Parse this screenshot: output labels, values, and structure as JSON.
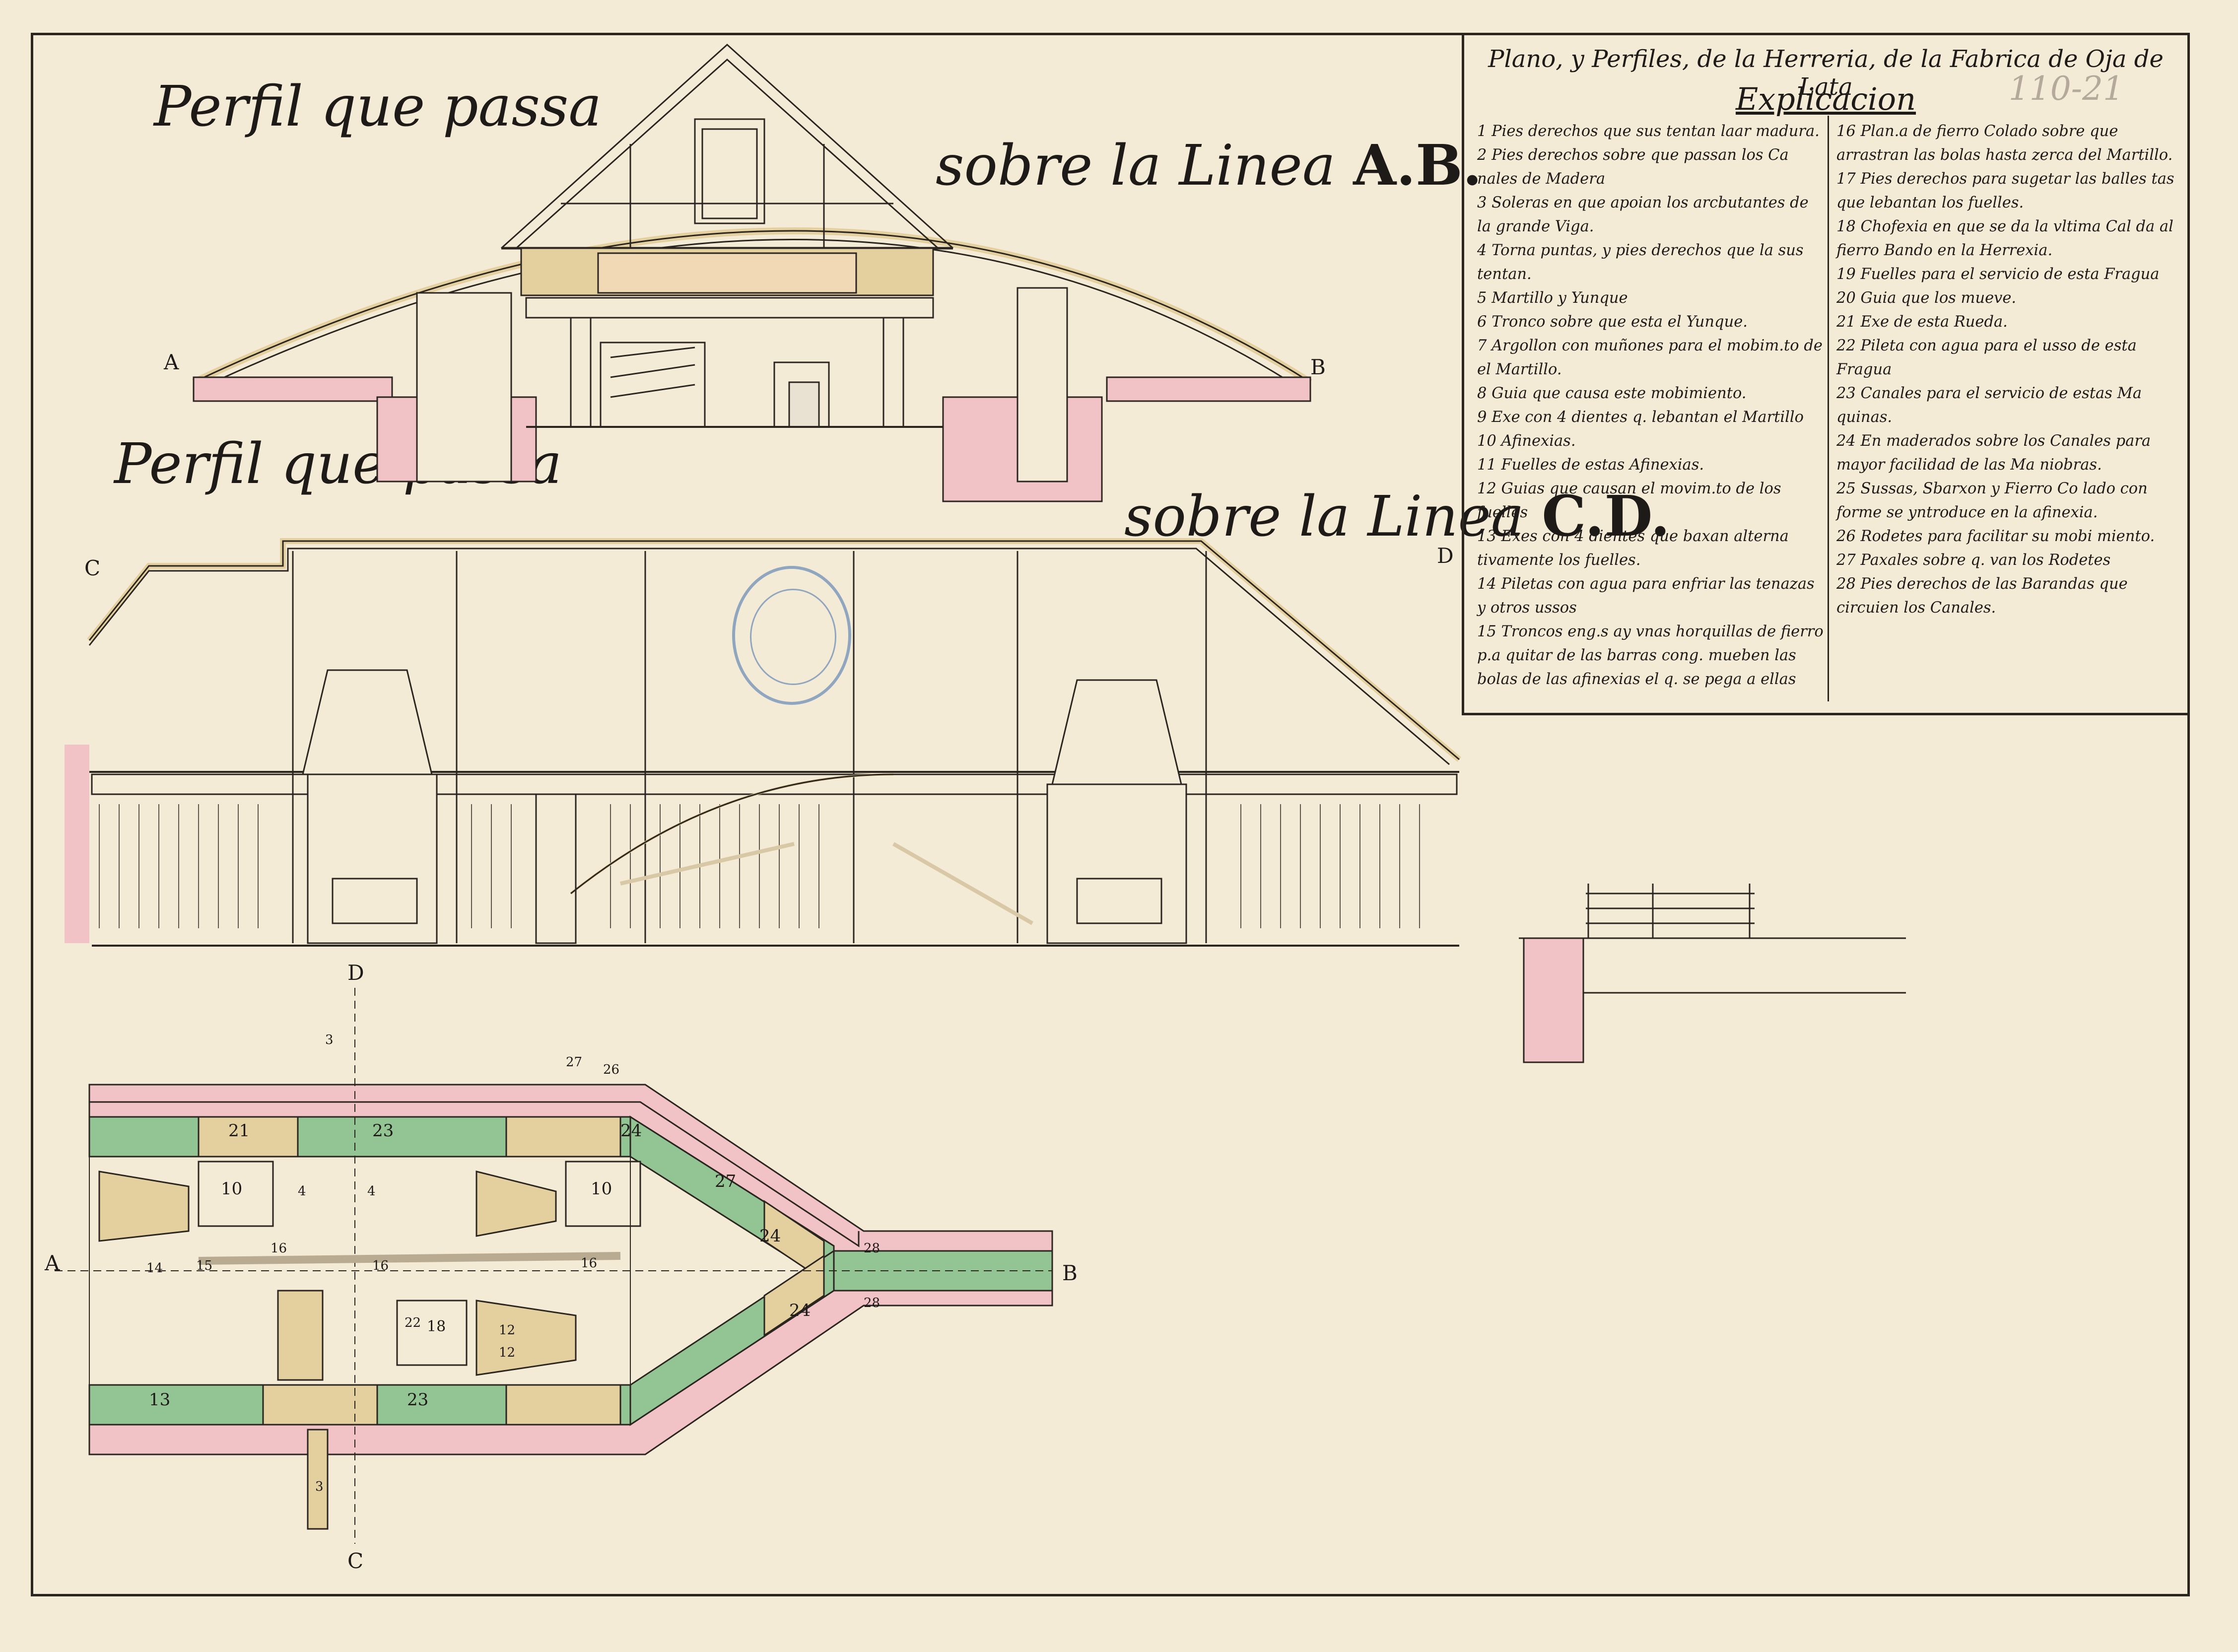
{
  "archive_mark": "110-21",
  "headings": {
    "section_ab_left": "Perfil que passa",
    "section_ab_right": "sobre la Linea",
    "section_ab_letters": "A.B.",
    "section_cd_left": "Perfil que passa",
    "section_cd_right": "sobre la Linea",
    "section_cd_letters": "C.D."
  },
  "point_labels": {
    "a_top": "A",
    "b_top": "B",
    "c": "C",
    "d": "D",
    "a_plan": "A",
    "b_plan": "B",
    "d_plan": "D",
    "c_plan": "C"
  },
  "legend": {
    "title": "Plano, y Perfiles, de la Herreria, de la Fabrica de Oja de Lata",
    "heading": "Explicacion",
    "left_entries": [
      "1 Pies derechos que sus tentan laar madura.",
      "2 Pies derechos sobre que passan los Ca nales de Madera",
      "3 Soleras en que apoian los arcbutantes de la grande Viga.",
      "4 Torna puntas, y pies derechos que la sus tentan.",
      "5 Martillo y Yunque",
      "6 Tronco sobre que esta el Yunque.",
      "7 Argollon con muñones para el mobim.to de el Martillo.",
      "8 Guia que causa este mobimiento.",
      "9 Exe con 4 dientes q. lebantan el Martillo",
      "10 Afinexias.",
      "11 Fuelles de estas Afinexias.",
      "12 Guias que causan el movim.to de los fuelles",
      "13 Exes con 4 dientes que baxan alterna tivamente los fuelles.",
      "14 Piletas con agua para enfriar las tenazas y otros ussos",
      "15 Troncos eng.s ay vnas horquillas de fierro p.a quitar de las barras cong. mueben las bolas de las afinexias el q. se pega a ellas"
    ],
    "right_entries": [
      "16 Plan.a de fierro Colado sobre que arrastran las bolas hasta zerca del Martillo.",
      "17 Pies derechos para sugetar las balles tas que lebantan los fuelles.",
      "18 Chofexia en que se da la vltima Cal da al fierro Bando en la Herrexia.",
      "19 Fuelles para el servicio de esta Fragua",
      "20 Guia que los mueve.",
      "21 Exe de esta Rueda.",
      "22 Pileta con agua para el usso de esta Fragua",
      "23 Canales para el servicio de estas Ma quinas.",
      "24 En maderados sobre los Canales para mayor facilidad de las Ma niobras.",
      "25 Sussas, Sbarxon y Fierro Co lado con forme se yntroduce en la afinexia.",
      "26 Rodetes para facilitar su mobi miento.",
      "27 Paxales sobre q. van los Rodetes",
      "28 Pies derechos de las Barandas que circuien los Canales."
    ]
  },
  "plan_numbers": [
    "21",
    "23",
    "24",
    "10",
    "10",
    "27",
    "24",
    "28",
    "28",
    "24",
    "23",
    "13",
    "12",
    "12",
    "18",
    "22",
    "16",
    "16",
    "16",
    "15",
    "14",
    "4",
    "4",
    "3",
    "3",
    "26",
    "27"
  ],
  "colors": {
    "paper": "#f4ebd7",
    "ink": "#2b2520",
    "pink": "#f1c2c6",
    "green": "#93c493",
    "wood": "#e4cf9f",
    "stamp": "#6f8fb8"
  }
}
